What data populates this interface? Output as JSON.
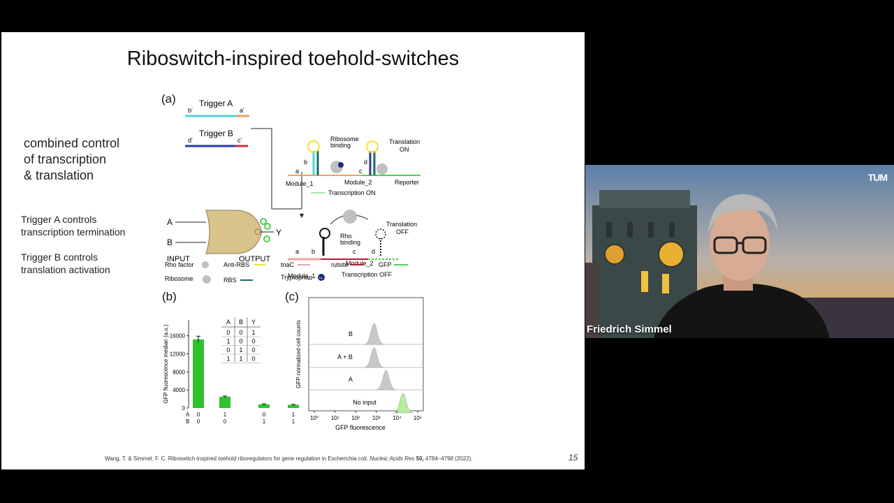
{
  "slide": {
    "title": "Riboswitch-inspired toehold-switches",
    "side_main": [
      "combined control",
      "of transcription",
      "& translation"
    ],
    "side_note1": [
      "Trigger A controls",
      "transcription termination"
    ],
    "side_note2": [
      "Trigger B controls",
      "translation activation"
    ],
    "citation_prefix": "Wang, T. & Simmel, F. C. Riboswitch-inspired toehold riboregulators for gene regulation in Escherichia coli. ",
    "citation_journal": "Nucleic Acids Res",
    "citation_volume": " 50,",
    "citation_suffix": " 4784–4798 (2022).",
    "page_number": "15"
  },
  "figure_a": {
    "label": "(a)",
    "trigger_a": "Trigger A",
    "trigger_b": "Trigger B",
    "b_prime": "b'",
    "a_prime": "a'",
    "d_prime": "d'",
    "c_prime": "c'",
    "gate_a": "A",
    "gate_b": "B",
    "gate_y": "Y",
    "input": "INPUT",
    "output": "OUTPUT",
    "ribosome_binding": [
      "Ribosome",
      "binding"
    ],
    "translation_on": [
      "Translation",
      "ON"
    ],
    "module_1": "Module_1",
    "module_2": "Module_2",
    "reporter": "Reporter",
    "transcription_on": "Transcription ON",
    "rho_binding": [
      "Rho",
      "binding"
    ],
    "translation_off": [
      "Translation",
      "OFF"
    ],
    "transcription_off": "Transcription OFF",
    "seg_a": "a",
    "seg_b": "b",
    "seg_c": "c",
    "seg_d": "d",
    "trp": "Trp",
    "legend": {
      "rho_factor": "Rho factor",
      "anti_rbs": "Anti-RBS",
      "tnac": "tnaC",
      "rutsite": "rutsite",
      "gfp": "GFP",
      "ribosome": "Ribosome",
      "rbs": "RBS",
      "tryptophan": "Tryptophan"
    },
    "colors": {
      "trigger_a": "#4ed6e0",
      "trigger_a_end": "#f0a060",
      "trigger_b": "#2a3aa8",
      "trigger_b_end": "#d03040",
      "gate": "#d8c48a",
      "anti_rbs": "#f2e030",
      "tnac": "#f4a0a0",
      "rutsite": "#b02030",
      "gfp": "#4cd24c",
      "rbs": "#1a6a6a"
    }
  },
  "figure_b": {
    "label": "(b)",
    "truth_table": {
      "headers": [
        "A",
        "B",
        "Y"
      ],
      "rows": [
        [
          "0",
          "0",
          "1"
        ],
        [
          "1",
          "0",
          "0"
        ],
        [
          "0",
          "1",
          "0"
        ],
        [
          "1",
          "1",
          "0"
        ]
      ]
    },
    "chart_data": {
      "type": "bar",
      "categories": [
        "A 0 / B 0",
        "A 1 / B 0",
        "A 0 / B 1",
        "A 1 / B 1"
      ],
      "cat_a": [
        "0",
        "1",
        "0",
        "1"
      ],
      "cat_b": [
        "0",
        "0",
        "1",
        "1"
      ],
      "values": [
        15200,
        2500,
        800,
        700
      ],
      "errors": [
        700,
        150,
        100,
        100
      ],
      "ylabel": "GFP fluorescence median (a.u.)",
      "row_labels": [
        "A",
        "B"
      ],
      "yticks": [
        0,
        4000,
        8000,
        12000,
        16000
      ],
      "ylim": [
        0,
        19500
      ],
      "color": "#2ec22e"
    }
  },
  "figure_c": {
    "label": "(c)",
    "chart_data": {
      "type": "area",
      "ylabel": "GFP normalized cell counts",
      "xlabel": "GFP fluorescence",
      "x_scale": "log",
      "xticks": [
        "10⁰",
        "10¹",
        "10²",
        "10³",
        "10⁴",
        "10⁵"
      ],
      "series": [
        {
          "name": "B",
          "peak": 800,
          "color": "#c8c8c8"
        },
        {
          "name": "A + B",
          "peak": 800,
          "color": "#c8c8c8"
        },
        {
          "name": "A",
          "peak": 3000,
          "color": "#c8c8c8"
        },
        {
          "name": "No input",
          "peak": 20000,
          "color": "#b6ee9e"
        }
      ]
    }
  },
  "video": {
    "speaker_name": "Friedrich Simmel",
    "logo": "TUM"
  }
}
